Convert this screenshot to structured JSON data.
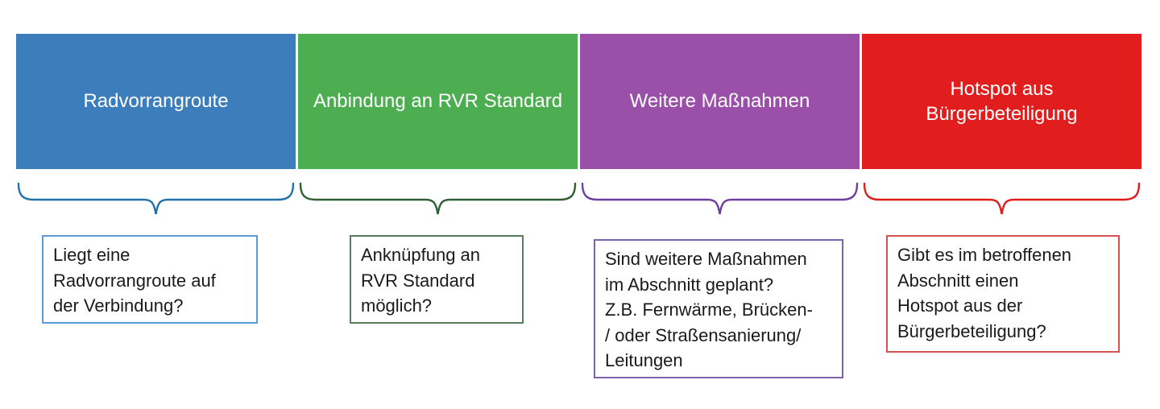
{
  "page": {
    "background": "#ffffff"
  },
  "diagram": {
    "columns": [
      {
        "id": "radvorrangroute",
        "header": "Radvorrangroute",
        "fill": "#3c7dbc",
        "brace_color": "#2471a8",
        "desc_border": "#5b9bd5",
        "description": "Liegt eine\nRadvorrangroute auf\nder Verbindung?"
      },
      {
        "id": "anbindung-rvr-standard",
        "header": "Anbindung an RVR Standard",
        "fill": "#4cae50",
        "brace_color": "#2f5f33",
        "desc_border": "#597d5c",
        "description": "Anknüpfung an\nRVR Standard\nmöglich?"
      },
      {
        "id": "weitere-massnahmen",
        "header": "Weitere Maßnahmen",
        "fill": "#9a4fa8",
        "brace_color": "#6b3fa0",
        "desc_border": "#7d62b0",
        "description": "Sind weitere Maßnahmen\nim Abschnitt geplant?\nZ.B. Fernwärme, Brücken-\n/ oder Straßensanierung/\nLeitungen"
      },
      {
        "id": "hotspot-buergerbeteiligung",
        "header": "Hotspot aus\nBürgerbeteiligung",
        "fill": "#e11d1d",
        "brace_color": "#e01b1b",
        "desc_border": "#d95050",
        "description": "Gibt es im betroffenen\nAbschnitt einen\nHotspot aus der\nBürgerbeteiligung?"
      }
    ]
  }
}
